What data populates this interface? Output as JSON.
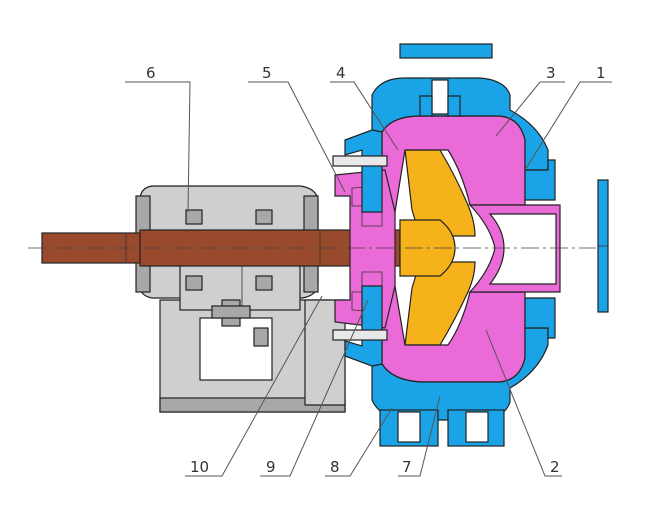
{
  "colors": {
    "casing": "#1aa3e6",
    "liner": "#ea6ad8",
    "impeller": "#f6b21a",
    "shaft": "#9a4a2c",
    "frame": "#cfcfcf",
    "frame_dark": "#a8a8a8",
    "outline": "#222222"
  },
  "callouts": [
    {
      "id": "c1",
      "label": "1"
    },
    {
      "id": "c2",
      "label": "2"
    },
    {
      "id": "c3",
      "label": "3"
    },
    {
      "id": "c4",
      "label": "4"
    },
    {
      "id": "c5",
      "label": "5"
    },
    {
      "id": "c6",
      "label": "6"
    },
    {
      "id": "c7",
      "label": "7"
    },
    {
      "id": "c8",
      "label": "8"
    },
    {
      "id": "c9",
      "label": "9"
    },
    {
      "id": "c10",
      "label": "10"
    }
  ]
}
